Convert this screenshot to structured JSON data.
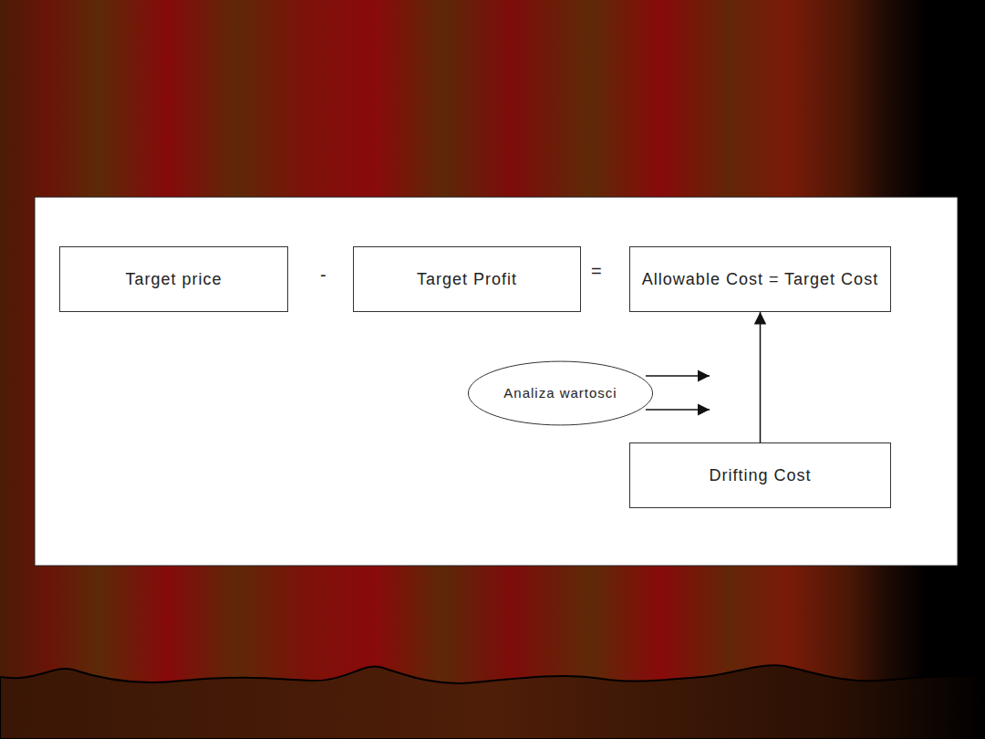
{
  "diagram": {
    "nodes": [
      {
        "text": [
          "Target price"
        ]
      },
      {
        "text": [
          "Target Profit"
        ]
      },
      {
        "text": [
          "Allowable Cost = Target Cost"
        ]
      },
      {
        "text": [
          "Analiza wartosci"
        ]
      },
      {
        "text": [
          "Drifting Cost"
        ]
      }
    ],
    "edges": [
      {
        "from": 4,
        "to": 2,
        "arrow": "to"
      }
    ],
    "labels": [
      "-",
      "="
    ]
  }
}
